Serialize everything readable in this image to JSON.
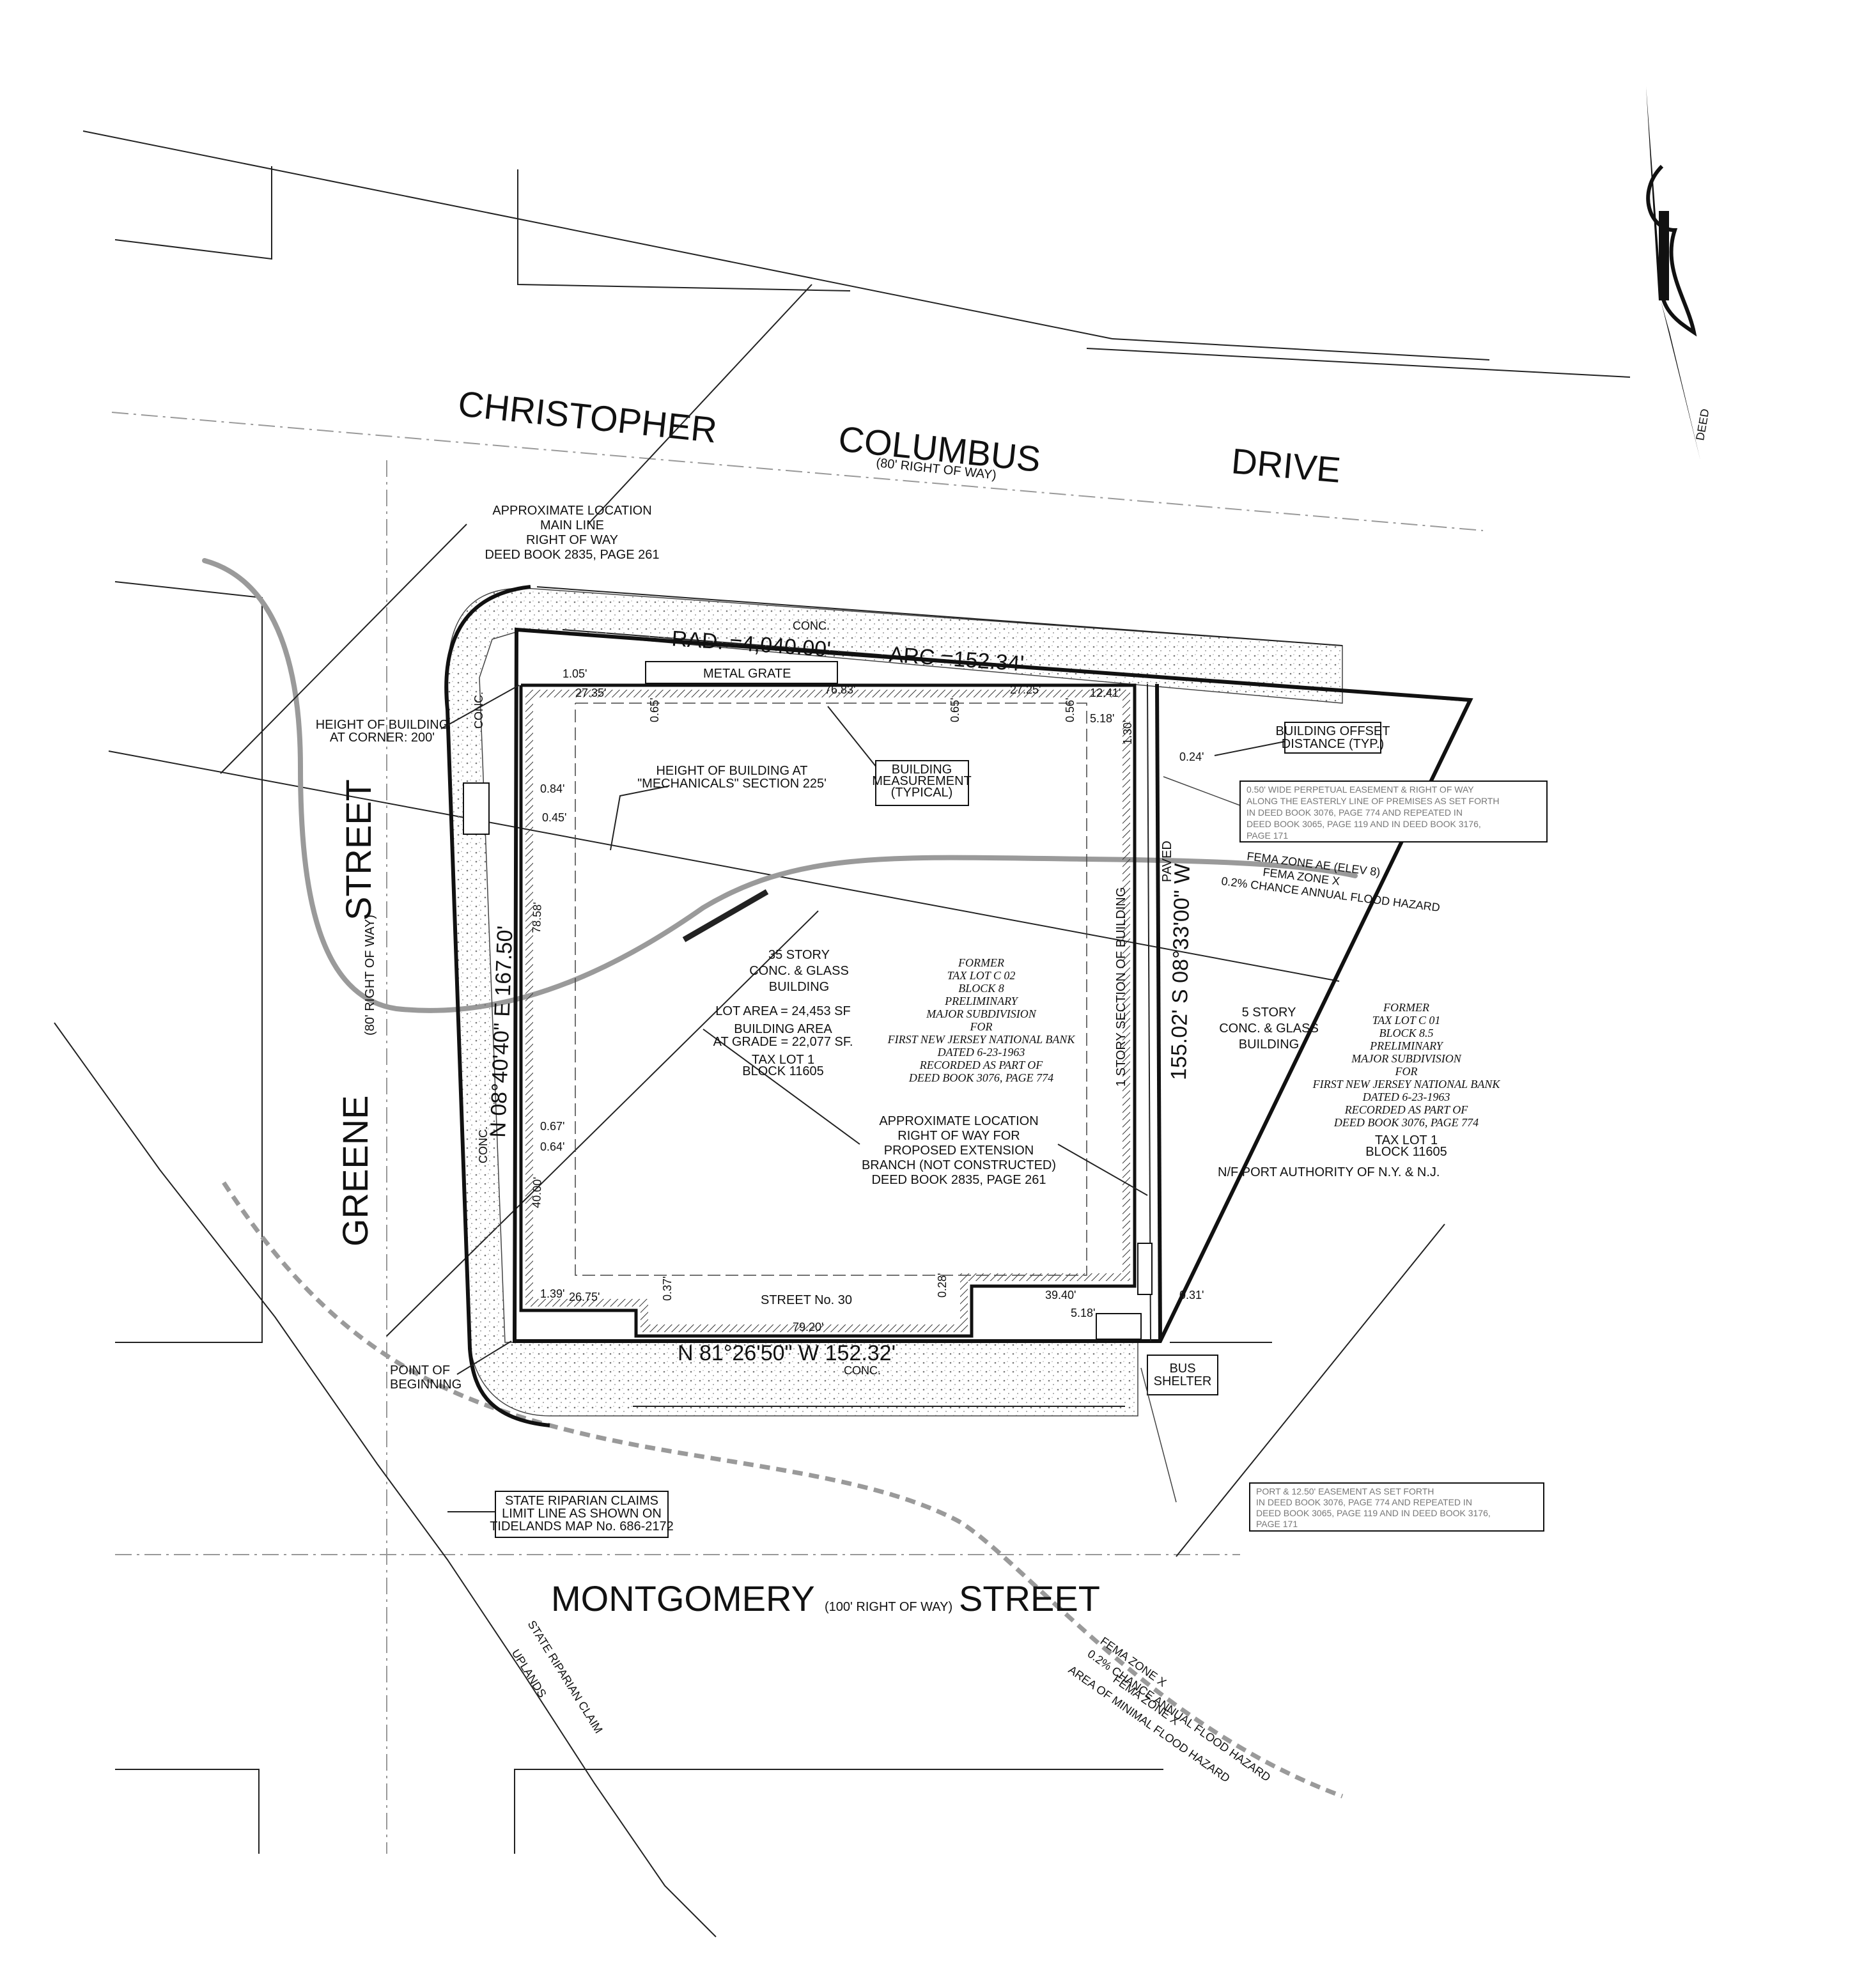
{
  "streets": {
    "christopher": "CHRISTOPHER",
    "columbus": "COLUMBUS",
    "drive": "DRIVE",
    "cc_row": "(80' RIGHT OF WAY)",
    "greene": "GREENE",
    "greene_street": "STREET",
    "greene_row": "(80' RIGHT OF WAY)",
    "montgomery": "MONTGOMERY",
    "montgomery_row": "(100' RIGHT OF WAY)",
    "montgomery_street": "STREET"
  },
  "dimensions": {
    "radius": "RAD. =4,040.00'",
    "arc": "ARC =152.34'",
    "west": "N 08°40'40\" E  167.50'",
    "east": "155.02'  S 08°33'00\" W",
    "south": "N 81°26'50\" W    152.32'",
    "one_story": "1 STORY SECTION OF BUILDING",
    "paved": "PAVED"
  },
  "small_dims": {
    "d1": "1.05'",
    "d2": "27.35'",
    "d3": "76.83'",
    "d4": "27.25'",
    "d5": "12.41'",
    "d6": "5.18'",
    "d7": "0.24'",
    "d8": "0.84'",
    "d9": "0.45'",
    "d10": "0.67'",
    "d11": "0.64'",
    "d12": "1.39'",
    "d13": "26.75'",
    "d14": "0.37'",
    "d15": "79.20'",
    "d16": "0.28'",
    "d17": "39.40'",
    "d18": "5.18'",
    "d19": "0.31'",
    "d20": "78.58'",
    "d21": "0.65'",
    "d22": "0.65'",
    "d23": "0.56'",
    "d24": "1.30'",
    "d25": "40.00'"
  },
  "labels": {
    "conc_north": "CONC.",
    "conc_west": "CONC.",
    "conc_west2": "CONC.",
    "conc_south": "CONC.",
    "metal_grate": "METAL GRATE",
    "street_no": "STREET No. 30"
  },
  "callouts": {
    "main_line": [
      "APPROXIMATE LOCATION",
      "MAIN LINE",
      "RIGHT OF WAY",
      "DEED BOOK 2835, PAGE 261"
    ],
    "height_corner": [
      "HEIGHT OF BUILDING",
      "AT CORNER: 200'"
    ],
    "height_mech": [
      "HEIGHT OF BUILDING AT",
      "\"MECHANICALS\" SECTION 225'"
    ],
    "bldg_meas": [
      "BUILDING",
      "MEASUREMENT",
      "(TYPICAL)"
    ],
    "offset": [
      "BUILDING OFFSET",
      "DISTANCE (TYP.)"
    ],
    "easement_n": [
      "0.50' WIDE PERPETUAL EASEMENT & RIGHT OF WAY",
      "ALONG THE EASTERLY LINE OF PREMISES AS SET FORTH",
      "IN DEED BOOK 3076, PAGE 774 AND REPEATED IN",
      "DEED BOOK 3065, PAGE 119 AND IN DEED BOOK 3176,",
      "PAGE 171"
    ],
    "extension": [
      "APPROXIMATE LOCATION",
      "RIGHT OF WAY FOR",
      "PROPOSED EXTENSION",
      "BRANCH (NOT CONSTRUCTED)",
      "DEED BOOK 2835, PAGE 261"
    ],
    "bus": [
      "BUS",
      "SHELTER"
    ],
    "pob": [
      "POINT OF",
      "BEGINNING"
    ],
    "riparian": [
      "STATE RIPARIAN CLAIMS",
      "LIMIT LINE AS SHOWN ON",
      "TIDELANDS MAP No. 686-2172"
    ],
    "easement_s": [
      "PORT & 12.50' EASEMENT AS SET FORTH",
      "IN DEED BOOK 3076, PAGE 774 AND REPEATED IN",
      "DEED BOOK 3065, PAGE 119 AND IN DEED BOOK 3176,",
      "PAGE 171"
    ]
  },
  "main_building": {
    "name": [
      "35 STORY",
      "CONC. & GLASS",
      "BUILDING"
    ],
    "lot_area": "LOT AREA = 24,453 SF",
    "bldg_area": [
      "BUILDING AREA",
      "AT GRADE = 22,077 SF."
    ],
    "tax": [
      "TAX LOT 1",
      "BLOCK 11605"
    ],
    "former": [
      "FORMER",
      "TAX LOT C 02",
      "BLOCK 8",
      "PRELIMINARY",
      "MAJOR SUBDIVISION",
      "FOR",
      "FIRST NEW JERSEY NATIONAL BANK",
      "DATED 6-23-1963",
      "RECORDED AS PART OF",
      "DEED BOOK 3076, PAGE 774"
    ]
  },
  "east_building": {
    "name": [
      "5 STORY",
      "CONC. & GLASS",
      "BUILDING"
    ],
    "former": [
      "FORMER",
      "TAX LOT C 01",
      "BLOCK 8.5",
      "PRELIMINARY",
      "MAJOR SUBDIVISION",
      "FOR",
      "FIRST NEW JERSEY NATIONAL BANK",
      "DATED 6-23-1963",
      "RECORDED AS PART OF",
      "DEED BOOK 3076, PAGE 774"
    ],
    "tax": [
      "TAX LOT 1",
      "BLOCK 11605"
    ],
    "owner": "N/F PORT AUTHORITY OF N.Y. & N.J."
  },
  "flood": {
    "ae": "FEMA ZONE AE (ELEV 8)",
    "x1": [
      "FEMA ZONE X",
      "0.2% CHANCE ANNUAL FLOOD HAZARD"
    ],
    "x2": [
      "FEMA ZONE X",
      "0.2% CHANCE ANNUAL FLOOD HAZARD"
    ],
    "x3": [
      "FEMA ZONE X",
      "AREA OF MINIMAL FLOOD HAZARD"
    ]
  },
  "riparian_line": [
    "STATE RIPARIAN CLAIM",
    "UPLANDS"
  ],
  "north_arrow": {
    "label": "DEED"
  }
}
